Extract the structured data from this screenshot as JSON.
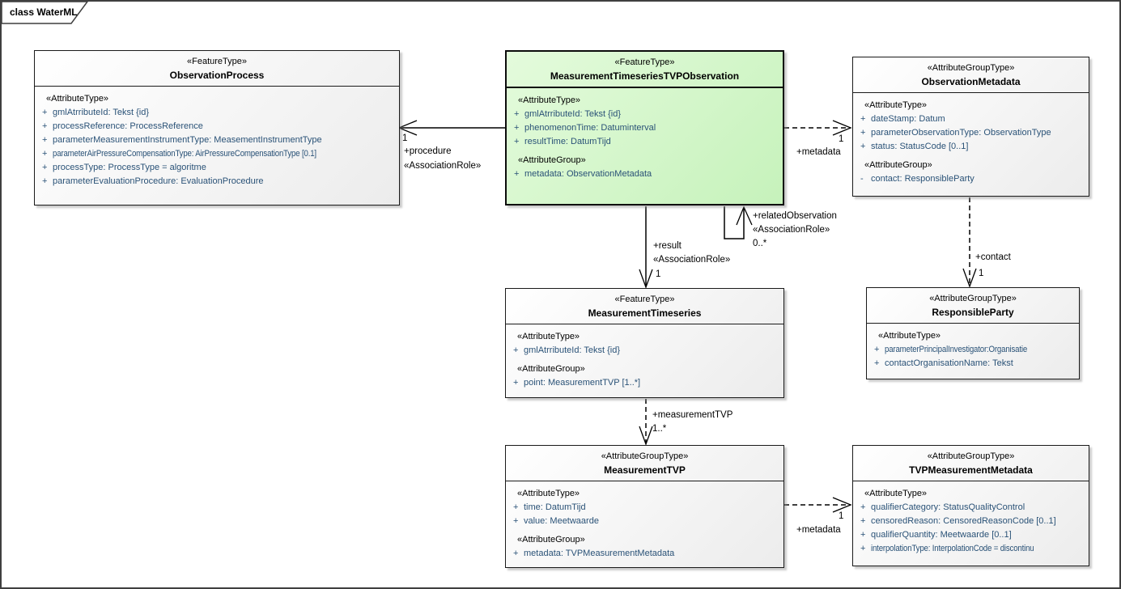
{
  "frame": {
    "tab_label": "class WaterML"
  },
  "colors": {
    "highlight_class_fill": "#cdf3c2",
    "default_class_fill": "#ececec",
    "attribute_text": "#2a5277",
    "line_color": "#000000"
  },
  "classes": [
    {
      "stereotype": "«FeatureType»",
      "name": "ObservationProcess",
      "sections": [
        {
          "header": "«AttributeType»",
          "items": [
            {
              "vis": "+",
              "text": "gmlAtrributeId: Tekst {id}"
            },
            {
              "vis": "+",
              "text": "processReference: ProcessReference"
            },
            {
              "vis": "+",
              "text": "parameterMeasurementInstrumentType: MeasementInstrumentType"
            },
            {
              "vis": "+",
              "text": "parameterAirPressureCompensationType: AirPressureCompensationType [0.1]"
            },
            {
              "vis": "+",
              "text": "processType: ProcessType = algoritme"
            },
            {
              "vis": "+",
              "text": "parameterEvaluationProcedure: EvaluationProcedure"
            }
          ]
        }
      ]
    },
    {
      "stereotype": "«FeatureType»",
      "name": "MeasurementTimeseriesTVPObservation",
      "sections": [
        {
          "header": "«AttributeType»",
          "items": [
            {
              "vis": "+",
              "text": "gmlAtrributeId: Tekst {id}"
            },
            {
              "vis": "+",
              "text": "phenomenonTime: Datuminterval"
            },
            {
              "vis": "+",
              "text": "resultTime: DatumTijd"
            }
          ]
        },
        {
          "header": "«AttributeGroup»",
          "items": [
            {
              "vis": "+",
              "text": "metadata: ObservationMetadata"
            }
          ]
        }
      ]
    },
    {
      "stereotype": "«AttributeGroupType»",
      "name": "ObservationMetadata",
      "sections": [
        {
          "header": "«AttributeType»",
          "items": [
            {
              "vis": "+",
              "text": "dateStamp: Datum"
            },
            {
              "vis": "+",
              "text": "parameterObservationType: ObservationType"
            },
            {
              "vis": "+",
              "text": "status: StatusCode [0..1]"
            }
          ]
        },
        {
          "header": "«AttributeGroup»",
          "items": [
            {
              "vis": "-",
              "text": "contact: ResponsibleParty"
            }
          ]
        }
      ]
    },
    {
      "stereotype": "«AttributeGroupType»",
      "name": "ResponsibleParty",
      "sections": [
        {
          "header": "«AttributeType»",
          "items": [
            {
              "vis": "+",
              "text": "parameterPrincipalInvestigator:Organisatie"
            },
            {
              "vis": "+",
              "text": "contactOrganisationName: Tekst"
            }
          ]
        }
      ]
    },
    {
      "stereotype": "«FeatureType»",
      "name": "MeasurementTimeseries",
      "sections": [
        {
          "header": "«AttributeType»",
          "items": [
            {
              "vis": "+",
              "text": "gmlAtrributeId: Tekst {id}"
            }
          ]
        },
        {
          "header": "«AttributeGroup»",
          "items": [
            {
              "vis": "+",
              "text": "point: MeasurementTVP [1..*]"
            }
          ]
        }
      ]
    },
    {
      "stereotype": "«AttributeGroupType»",
      "name": "MeasurementTVP",
      "sections": [
        {
          "header": "«AttributeType»",
          "items": [
            {
              "vis": "+",
              "text": "time: DatumTijd"
            },
            {
              "vis": "+",
              "text": "value: Meetwaarde"
            }
          ]
        },
        {
          "header": "«AttributeGroup»",
          "items": [
            {
              "vis": "+",
              "text": "metadata: TVPMeasurementMetadata"
            }
          ]
        }
      ]
    },
    {
      "stereotype": "«AttributeGroupType»",
      "name": "TVPMeasurementMetadata",
      "sections": [
        {
          "header": "«AttributeType»",
          "items": [
            {
              "vis": "+",
              "text": "qualifierCategory: StatusQualityControl"
            },
            {
              "vis": "+",
              "text": "censoredReason: CensoredReasonCode [0..1]"
            },
            {
              "vis": "+",
              "text": "qualifierQuantity: Meetwaarde [0..1]"
            },
            {
              "vis": "+",
              "text": "interpolationType: InterpolationCode = discontinu"
            }
          ]
        }
      ]
    }
  ],
  "connectors": [
    {
      "role": "+procedure",
      "stereotype": "«AssociationRole»",
      "multiplicity": "1",
      "style": "solid"
    },
    {
      "role": "+metadata",
      "multiplicity": "1",
      "style": "dashed"
    },
    {
      "role": "+relatedObservation",
      "stereotype": "«AssociationRole»",
      "multiplicity": "0..*",
      "style": "solid"
    },
    {
      "role": "+result",
      "stereotype": "«AssociationRole»",
      "multiplicity": "1",
      "style": "solid"
    },
    {
      "role": "+contact",
      "multiplicity": "1",
      "style": "dashed"
    },
    {
      "role": "+measurementTVP",
      "multiplicity": "1..*",
      "style": "dashed"
    },
    {
      "role": "+metadata",
      "multiplicity": "1",
      "style": "dashed"
    }
  ]
}
